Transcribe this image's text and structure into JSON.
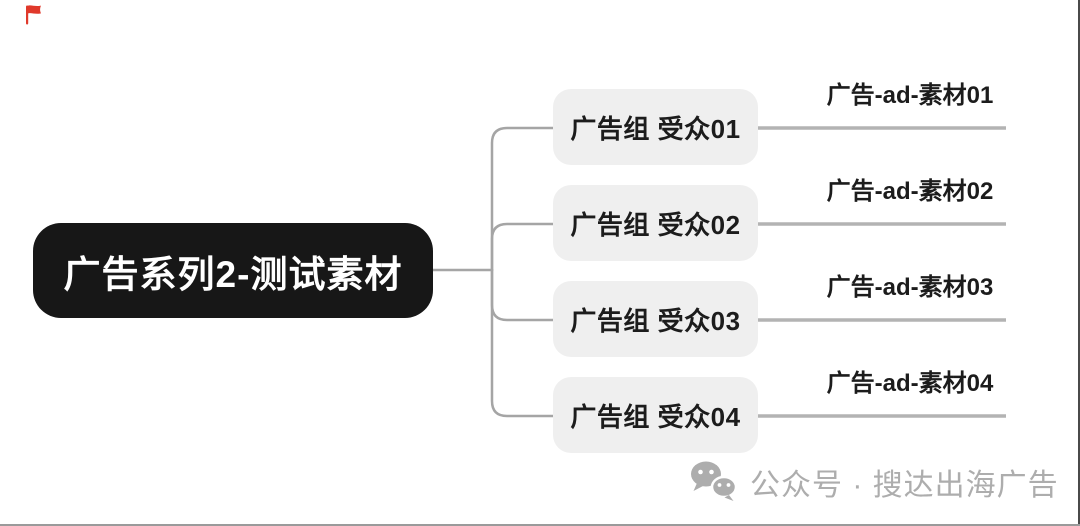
{
  "root": {
    "label": "广告系列2-测试素材"
  },
  "groups": [
    {
      "label": "广告组 受众01"
    },
    {
      "label": "广告组 受众02"
    },
    {
      "label": "广告组 受众03"
    },
    {
      "label": "广告组 受众04"
    }
  ],
  "ads": [
    {
      "label": "广告-ad-素材01"
    },
    {
      "label": "广告-ad-素材02"
    },
    {
      "label": "广告-ad-素材03"
    },
    {
      "label": "广告-ad-素材04"
    }
  ],
  "watermark": {
    "icon": "wechat-icon",
    "text": "公众号 · 搜达出海广告"
  },
  "decor": {
    "corner_icon": "red-flag-icon"
  },
  "colors": {
    "root_bg": "#171717",
    "root_text": "#ffffff",
    "node_bg": "#efefef",
    "text_dark": "#1c1c1c",
    "line": "#a5a5a5",
    "leaf_line": "#b3b3b3",
    "watermark": "#adadad",
    "border_right": "#4a4a4a",
    "border_bottom": "#9a9a9a",
    "corner_red": "#e0392b"
  }
}
